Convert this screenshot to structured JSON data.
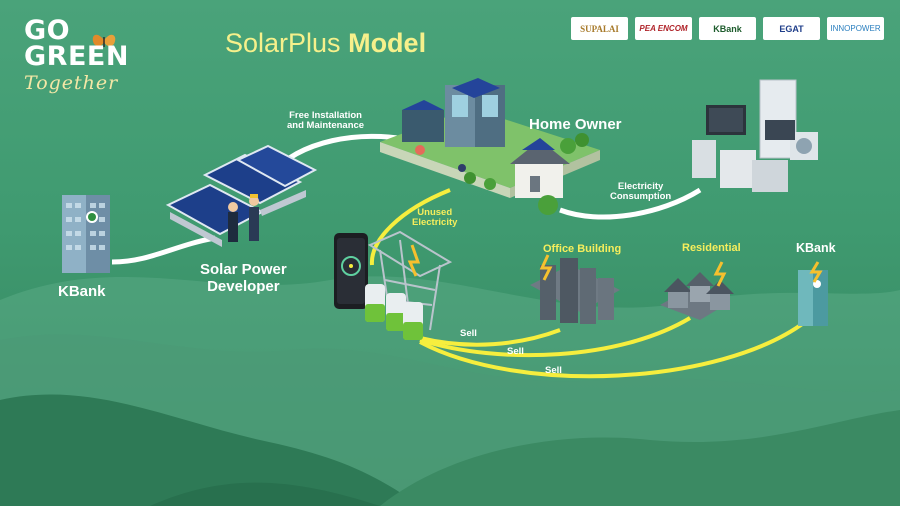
{
  "header": {
    "brand_line1": "GO",
    "brand_line2": "GREEN",
    "brand_script": "Together",
    "title_regular": "SolarPlus",
    "title_bold": "Model"
  },
  "partner_logos": [
    "SUPALAI",
    "PEA ENCOM",
    "KBank",
    "EGAT",
    "INNOPOWER"
  ],
  "labels": {
    "kbank_left": "KBank",
    "developer": "Solar Power\nDeveloper",
    "free_install": "Free Installation\nand Maintenance",
    "home_owner": "Home Owner",
    "consumption": "Electricity\nConsumption",
    "unused": "Unused\nElectricity",
    "office": "Office Building",
    "residential": "Residential",
    "kbank_right": "KBank",
    "sell_1": "Sell",
    "sell_2": "Sell",
    "sell_3": "Sell"
  },
  "colors": {
    "background": "#3f9a70",
    "title": "#f6f08b",
    "flow_white": "#ffffff",
    "flow_yellow": "#f6ee3e"
  }
}
